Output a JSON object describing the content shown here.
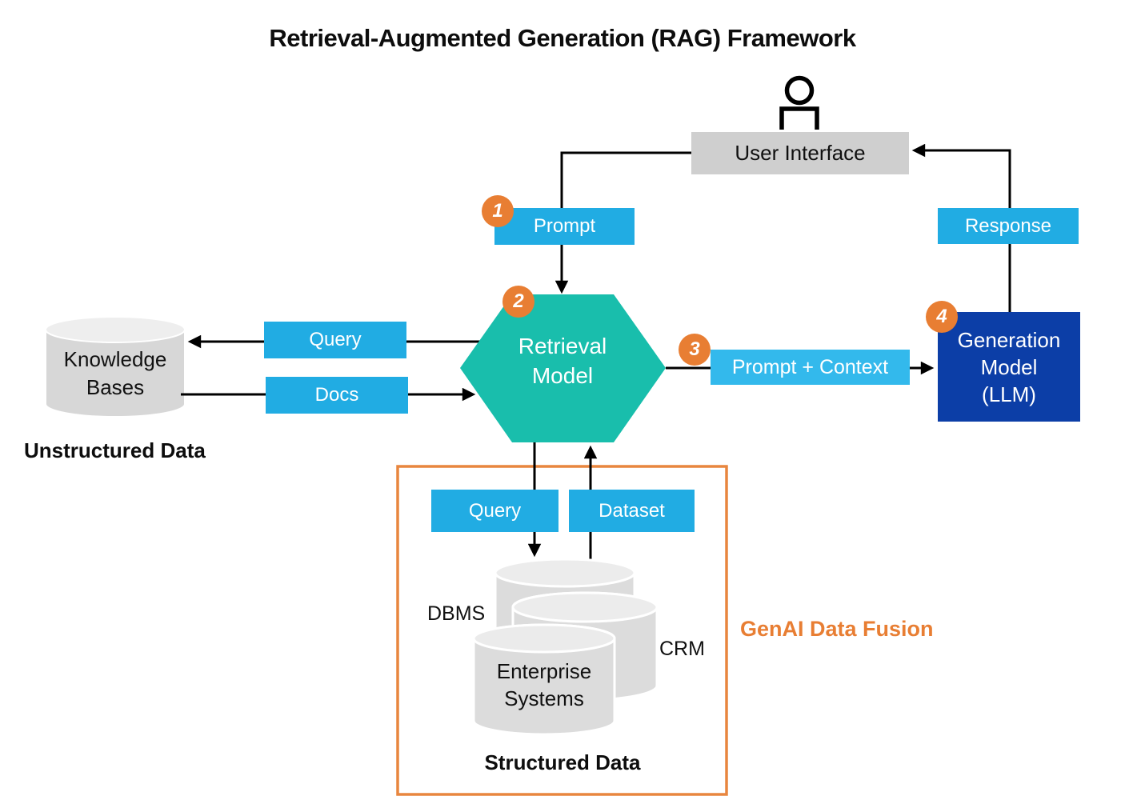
{
  "title": "Retrieval-Augmented Generation (RAG) Framework",
  "colors": {
    "box_blue": "#21ace3",
    "box_light_blue": "#33b9ec",
    "hexagon_teal": "#19beac",
    "generation_dark_blue": "#0c3ea7",
    "badge_orange": "#e87e33",
    "fusion_border_orange": "#e8863f",
    "gray_box": "#cfcfcf",
    "cylinder_gray": "#dcdcdc"
  },
  "nodes": {
    "user_interface": {
      "label": "User Interface"
    },
    "prompt": {
      "label": "Prompt",
      "badge": "1"
    },
    "response": {
      "label": "Response"
    },
    "retrieval_model": {
      "label": "Retrieval\nModel",
      "badge": "2"
    },
    "prompt_context": {
      "label": "Prompt + Context",
      "badge": "3"
    },
    "generation_model": {
      "label": "Generation\nModel\n(LLM)",
      "badge": "4"
    },
    "knowledge_bases": {
      "label": "Knowledge\nBases"
    },
    "query_left": {
      "label": "Query"
    },
    "docs": {
      "label": "Docs"
    },
    "query_bottom": {
      "label": "Query"
    },
    "dataset": {
      "label": "Dataset"
    },
    "dbms": {
      "label": "DBMS"
    },
    "crm": {
      "label": "CRM"
    },
    "enterprise_systems": {
      "label": "Enterprise\nSystems"
    }
  },
  "captions": {
    "unstructured": "Unstructured Data",
    "structured": "Structured Data",
    "genai_fusion": "GenAI Data Fusion"
  }
}
